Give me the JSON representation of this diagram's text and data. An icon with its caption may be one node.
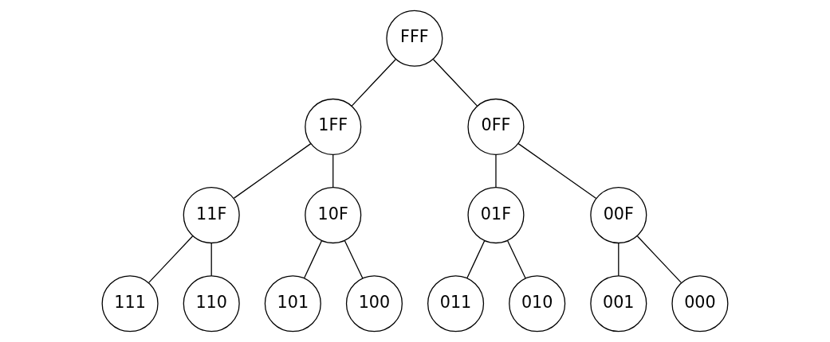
{
  "diagram": {
    "nodes": [
      {
        "text": [
          "FFF"
        ]
      },
      {
        "text": [
          "1FF"
        ]
      },
      {
        "text": [
          "0FF"
        ]
      },
      {
        "text": [
          "11F"
        ]
      },
      {
        "text": [
          "10F"
        ]
      },
      {
        "text": [
          "01F"
        ]
      },
      {
        "text": [
          "00F"
        ]
      },
      {
        "text": [
          "111"
        ]
      },
      {
        "text": [
          "110"
        ]
      },
      {
        "text": [
          "101"
        ]
      },
      {
        "text": [
          "100"
        ]
      },
      {
        "text": [
          "011"
        ]
      },
      {
        "text": [
          "010"
        ]
      },
      {
        "text": [
          "001"
        ]
      },
      {
        "text": [
          "000"
        ]
      }
    ],
    "edges": [
      {
        "from": 0,
        "to": 1,
        "arrow": "none"
      },
      {
        "from": 0,
        "to": 2,
        "arrow": "none"
      },
      {
        "from": 1,
        "to": 3,
        "arrow": "none"
      },
      {
        "from": 1,
        "to": 4,
        "arrow": "none"
      },
      {
        "from": 2,
        "to": 5,
        "arrow": "none"
      },
      {
        "from": 2,
        "to": 6,
        "arrow": "none"
      },
      {
        "from": 3,
        "to": 7,
        "arrow": "none"
      },
      {
        "from": 3,
        "to": 8,
        "arrow": "none"
      },
      {
        "from": 4,
        "to": 9,
        "arrow": "none"
      },
      {
        "from": 4,
        "to": 10,
        "arrow": "none"
      },
      {
        "from": 5,
        "to": 11,
        "arrow": "none"
      },
      {
        "from": 5,
        "to": 12,
        "arrow": "none"
      },
      {
        "from": 6,
        "to": 13,
        "arrow": "none"
      },
      {
        "from": 6,
        "to": 14,
        "arrow": "none"
      }
    ]
  }
}
